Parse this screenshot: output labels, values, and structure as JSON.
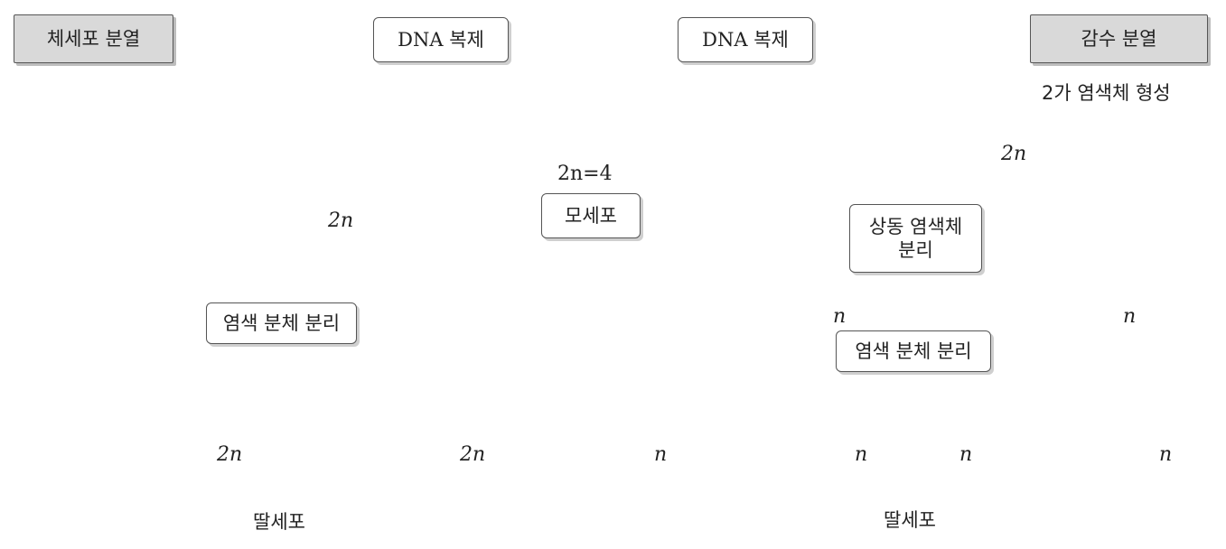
{
  "labels": {
    "mitosis_title": "체세포 분열",
    "meiosis_title": "감수 분열",
    "dna_replication_left": "DNA 복제",
    "dna_replication_right": "DNA 복제",
    "parent_cell": "모세포",
    "parent_ploidy": "2n=4",
    "bivalent": "2가 염색체 형성",
    "homolog_separation_line1": "상동 염색체",
    "homolog_separation_line2": "분리",
    "chromatid_separation_left": "염색 분체 분리",
    "chromatid_separation_right": "염색 분체 분리",
    "daughter_cells_left": "딸세포",
    "daughter_cells_right": "딸세포"
  },
  "ploidy": {
    "mitosis_metaphase": "2n",
    "mitosis_daughter_1": "2n",
    "mitosis_daughter_2": "2n",
    "meiosis_metaphase1": "2n",
    "meiosis2_cell_1": "n",
    "meiosis2_cell_2": "n",
    "meiosis_daughter_1": "n",
    "meiosis_daughter_2": "n",
    "meiosis_daughter_3": "n",
    "meiosis_daughter_4": "n"
  },
  "colors": {
    "cell_fill": "#dcdcdc",
    "cell_stroke": "#333333",
    "chromosome_dark": "#8c8c8c",
    "chromosome_light": "#ffffff",
    "arrow": "#777777",
    "title_box": "#d9d9d9"
  }
}
